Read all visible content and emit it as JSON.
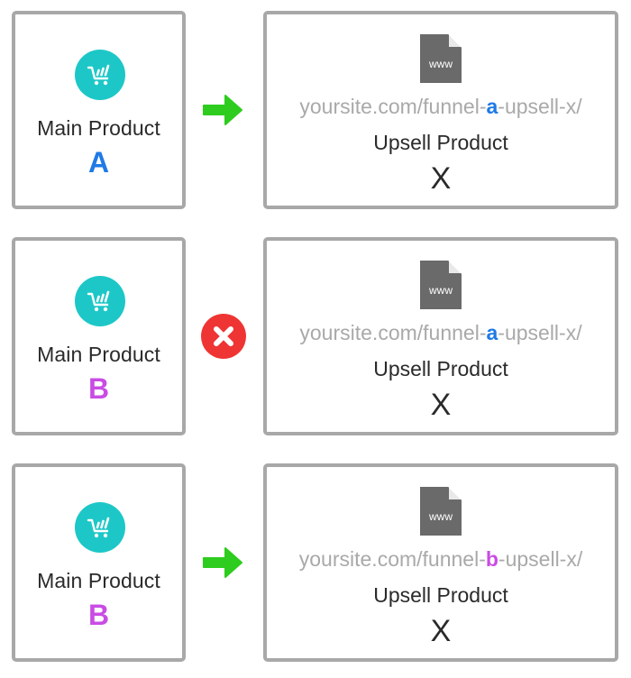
{
  "rows": [
    {
      "main": {
        "label": "Main Product",
        "letter": "A",
        "letter_color": "#1f7ae6"
      },
      "connector": {
        "type": "arrow",
        "icon": "green-arrow-icon",
        "color": "#2ecc1e"
      },
      "upsell": {
        "url_prefix": "yoursite.com/funnel-",
        "url_variant": "a",
        "url_suffix": "-upsell-x/",
        "url_variant_color": "#1f7ae6",
        "label": "Upsell Product",
        "letter": "X",
        "doc_icon_text": "www"
      }
    },
    {
      "main": {
        "label": "Main Product",
        "letter": "B",
        "letter_color": "#c94ce4"
      },
      "connector": {
        "type": "cross",
        "icon": "red-x-circle-icon",
        "color": "#ef3434"
      },
      "upsell": {
        "url_prefix": "yoursite.com/funnel-",
        "url_variant": "a",
        "url_suffix": "-upsell-x/",
        "url_variant_color": "#1f7ae6",
        "label": "Upsell Product",
        "letter": "X",
        "doc_icon_text": "www"
      }
    },
    {
      "main": {
        "label": "Main Product",
        "letter": "B",
        "letter_color": "#c94ce4"
      },
      "connector": {
        "type": "arrow",
        "icon": "green-arrow-icon",
        "color": "#2ecc1e"
      },
      "upsell": {
        "url_prefix": "yoursite.com/funnel-",
        "url_variant": "b",
        "url_suffix": "-upsell-x/",
        "url_variant_color": "#c94ce4",
        "label": "Upsell Product",
        "letter": "X",
        "doc_icon_text": "www"
      }
    }
  ],
  "colors": {
    "box_border": "#a8a8a8",
    "cart_circle": "#1dc7c7",
    "doc_icon": "#6a6a6a",
    "url_text": "#a9a9a9"
  }
}
